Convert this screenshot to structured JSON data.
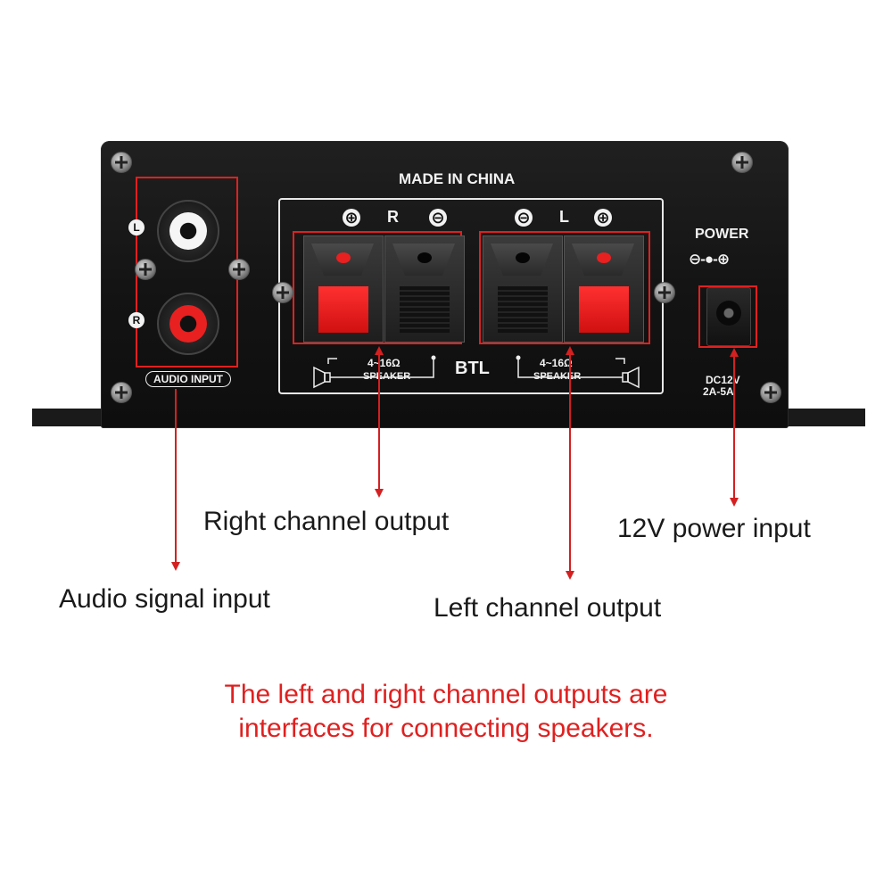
{
  "panel": {
    "made_in": "MADE IN CHINA",
    "audio_input_label": "AUDIO INPUT",
    "left_jack_letter": "L",
    "right_jack_letter": "R",
    "right_group": {
      "plus": "⊕",
      "letter": "R",
      "minus": "⊖"
    },
    "left_group": {
      "minus": "⊖",
      "letter": "L",
      "plus": "⊕"
    },
    "speaker_spec_right": {
      "ohms": "4~16Ω",
      "label": "SPEAKER"
    },
    "speaker_spec_left": {
      "ohms": "4~16Ω",
      "label": "SPEAKER"
    },
    "btl": "BTL",
    "power_label": "POWER",
    "power_polarity": "⊖-●-⊕",
    "dc_rating_line1": "DC12V",
    "dc_rating_line2": "2A-5A"
  },
  "callouts": {
    "audio_signal_input": "Audio signal input",
    "right_channel_output": "Right channel output",
    "left_channel_output": "Left channel output",
    "power_input": "12V power input"
  },
  "note": {
    "line1": "The left and right channel outputs are",
    "line2": "interfaces for connecting speakers."
  },
  "colors": {
    "annotation_red": "#e02020",
    "chassis": "#141414",
    "terminal_red": "#e82020"
  }
}
